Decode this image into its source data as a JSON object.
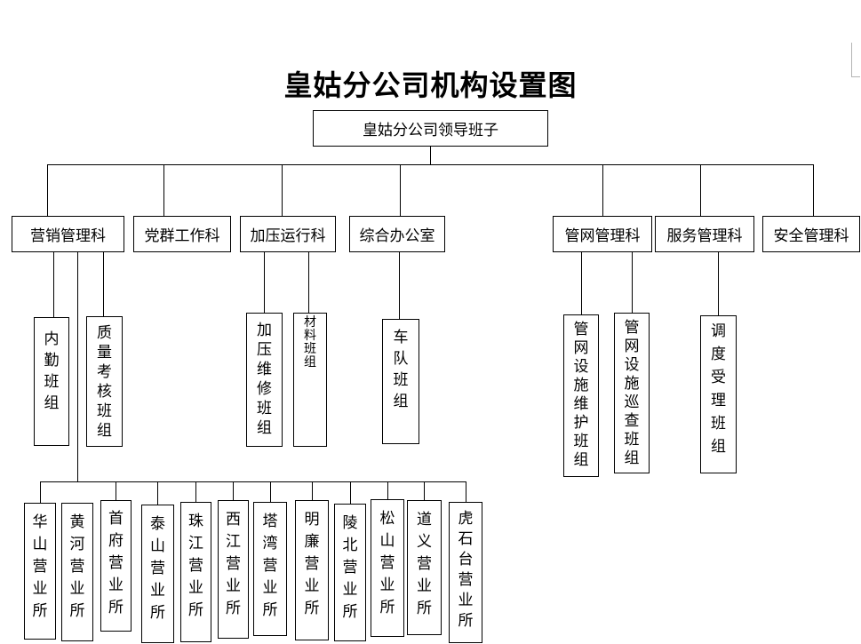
{
  "page": {
    "title": "皇姑分公司机构设置图"
  },
  "root": {
    "label": "皇姑分公司领导班子"
  },
  "departments": [
    {
      "label": "营销管理科"
    },
    {
      "label": "党群工作科"
    },
    {
      "label": "加压运行科"
    },
    {
      "label": "综合办公室"
    },
    {
      "label": "管网管理科"
    },
    {
      "label": "服务管理科"
    },
    {
      "label": "安全管理科"
    }
  ],
  "teams": [
    {
      "label": "内勤班组",
      "parent": "营销管理科"
    },
    {
      "label": "质量考核班组",
      "parent": "营销管理科"
    },
    {
      "label": "加压维修班组",
      "parent": "加压运行科"
    },
    {
      "label": "材料班组",
      "parent": "加压运行科"
    },
    {
      "label": "车队班组",
      "parent": "综合办公室"
    },
    {
      "label": "管网设施维护班组",
      "parent": "管网管理科"
    },
    {
      "label": "管网设施巡查班组",
      "parent": "管网管理科"
    },
    {
      "label": "调度受理班组",
      "parent": "服务管理科"
    }
  ],
  "branches": [
    {
      "label": "华山营业所",
      "parent": "营销管理科"
    },
    {
      "label": "黄河营业所",
      "parent": "营销管理科"
    },
    {
      "label": "首府营业所",
      "parent": "营销管理科"
    },
    {
      "label": "泰山营业所",
      "parent": "营销管理科"
    },
    {
      "label": "珠江营业所",
      "parent": "营销管理科"
    },
    {
      "label": "西江营业所",
      "parent": "营销管理科"
    },
    {
      "label": "塔湾营业所",
      "parent": "营销管理科"
    },
    {
      "label": "明廉营业所",
      "parent": "营销管理科"
    },
    {
      "label": "陵北营业所",
      "parent": "营销管理科"
    },
    {
      "label": "松山营业所",
      "parent": "营销管理科"
    },
    {
      "label": "道义营业所",
      "parent": "营销管理科"
    },
    {
      "label": "虎石台营业所",
      "parent": "营销管理科"
    }
  ]
}
